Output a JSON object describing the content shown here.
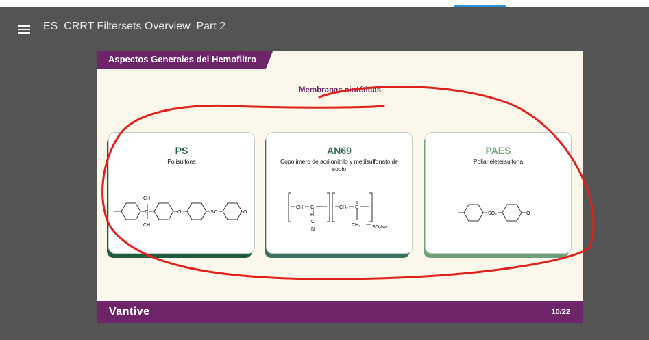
{
  "header": {
    "title": "ES_CRRT Filtersets Overview_Part 2",
    "menu_icon": "hamburger-menu-icon"
  },
  "slide": {
    "banner": "Aspectos Generales del Hemofiltro",
    "subtitle": "Membranas sintéticas",
    "cards": [
      {
        "name": "PS",
        "description": "Polisulfona",
        "color": "#1e5b3f"
      },
      {
        "name": "AN69",
        "description": "Copolímero de acrilonitrilo y metilsulfonato de sodio",
        "color": "#3f6f5f"
      },
      {
        "name": "PAES",
        "description": "Poliarieletersulfona",
        "color": "#6fa07a"
      }
    ],
    "formula_labels": {
      "ps_ch_top": "CH",
      "ps_c": "C",
      "ps_ch_bottom": "CH",
      "ps_o1": "O",
      "ps_so": "SO",
      "ps_o2": "O",
      "an_ch": "CH",
      "an_c": "C",
      "an_h": "H",
      "an_c2": "C",
      "an_n": "N",
      "an_ch2": "CH₂",
      "an_c3": "C",
      "an_ch2b": "CH₂",
      "an_so3na": "SO₃Na",
      "paes_so2": "SO₂",
      "paes_o": "O"
    },
    "footer": {
      "logo": "Vantive",
      "page": "10/22"
    }
  },
  "colors": {
    "brand": "#6e2469",
    "annotation": "#e0211b",
    "ps_title": "#1e5b3f",
    "an69_title": "#3f6f5f",
    "paes_title": "#6fa07a"
  }
}
